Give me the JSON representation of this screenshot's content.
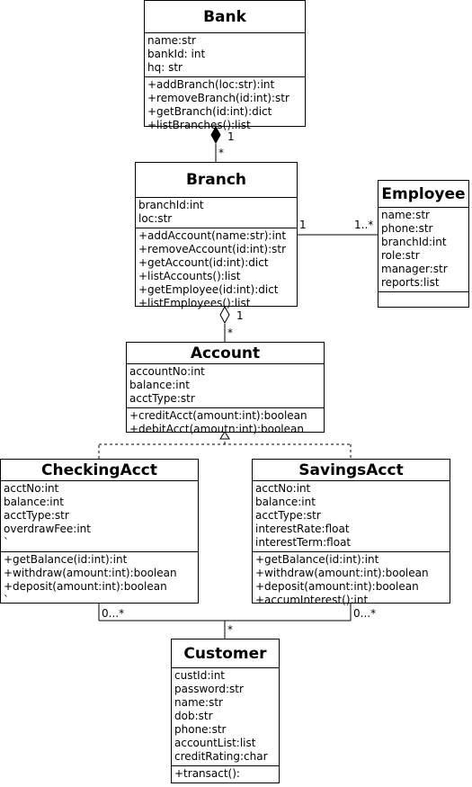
{
  "classes": {
    "bank": {
      "name": "Bank",
      "attributes": [
        "name:str",
        "bankId: int",
        "hq: str"
      ],
      "methods": [
        "+addBranch(loc:str):int",
        "+removeBranch(id:int):str",
        "+getBranch(id:int):dict",
        "+listBranches():list"
      ]
    },
    "branch": {
      "name": "Branch",
      "attributes": [
        "branchId:int",
        "loc:str"
      ],
      "methods": [
        "+addAccount(name:str):int",
        "+removeAccount(id:int):str",
        "+getAccount(id:int):dict",
        "+listAccounts():list",
        "+getEmployee(id:int):dict",
        "+listEmployees():list"
      ]
    },
    "employee": {
      "name": "Employee",
      "attributes": [
        "name:str",
        "phone:str",
        "branchId:int",
        "role:str",
        "manager:str",
        "reports:list"
      ],
      "methods": []
    },
    "account": {
      "name": "Account",
      "attributes": [
        "accountNo:int",
        "balance:int",
        "acctType:str"
      ],
      "methods": [
        "+creditAcct(amount:int):boolean",
        "+debitAcct(amoutn:int):boolean"
      ]
    },
    "checking": {
      "name": "CheckingAcct",
      "attributes": [
        "acctNo:int",
        "balance:int",
        "acctType:str",
        "overdrawFee:int",
        "`"
      ],
      "methods": [
        "+getBalance(id:int):int",
        "+withdraw(amount:int):boolean",
        "+deposit(amount:int):boolean",
        "`"
      ]
    },
    "savings": {
      "name": "SavingsAcct",
      "attributes": [
        "acctNo:int",
        "balance:int",
        "acctType:str",
        "interestRate:float",
        "interestTerm:float"
      ],
      "methods": [
        "+getBalance(id:int):int",
        "+withdraw(amount:int):boolean",
        "+deposit(amount:int):boolean",
        "+accumInterest():int"
      ]
    },
    "customer": {
      "name": "Customer",
      "attributes": [
        "custId:int",
        "password:str",
        "name:str",
        "dob:str",
        "phone:str",
        "accountList:list",
        "creditRating:char"
      ],
      "methods": [
        "+transact():"
      ]
    }
  },
  "multiplicities": {
    "bank_branch_bank": "1",
    "bank_branch_branch": "*",
    "branch_employee_branch": "1",
    "branch_employee_employee": "1..*",
    "branch_account_branch": "1",
    "branch_account_account": "*",
    "checking_customer": "0...*",
    "savings_customer": "0...*",
    "customer_accounts": "*"
  }
}
